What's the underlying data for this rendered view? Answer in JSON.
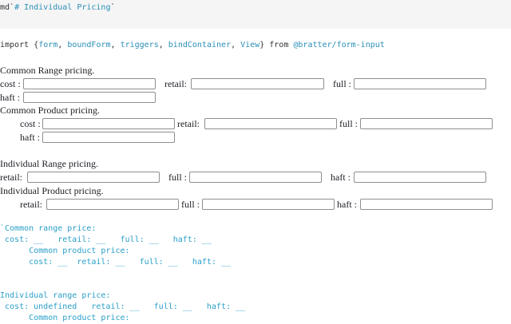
{
  "cell_markdown": {
    "prefix": "md`",
    "text": "# Individual Pricing",
    "suffix": "`"
  },
  "import_cell": {
    "kw_import": "import",
    "open": "{",
    "names": [
      "form",
      "boundForm",
      "triggers",
      "bindContainer",
      "View"
    ],
    "close": "}",
    "kw_from": "from",
    "module": "@bratter/form-input"
  },
  "sections": {
    "common_range": {
      "heading": "Common Range pricing.",
      "fields": [
        {
          "label": "cost :",
          "value": ""
        },
        {
          "label": "retail:",
          "value": ""
        },
        {
          "label": "full :",
          "value": ""
        },
        {
          "label": "haft :",
          "value": ""
        }
      ]
    },
    "common_product": {
      "heading": "Common Product pricing.",
      "fields": [
        {
          "label": "cost :",
          "value": ""
        },
        {
          "label": "retail:",
          "value": ""
        },
        {
          "label": "full :",
          "value": ""
        },
        {
          "label": "haft :",
          "value": ""
        }
      ]
    },
    "individual_range": {
      "heading": "Individual Range pricing.",
      "fields": [
        {
          "label": "retail:",
          "value": ""
        },
        {
          "label": "full :",
          "value": ""
        },
        {
          "label": "haft :",
          "value": ""
        }
      ]
    },
    "individual_product": {
      "heading": "Individual Product pricing.",
      "fields": [
        {
          "label": "retail:",
          "value": ""
        },
        {
          "label": "full :",
          "value": ""
        },
        {
          "label": "haft :",
          "value": ""
        }
      ]
    }
  },
  "output_text": {
    "lines": [
      "`Common range price:",
      " cost: __   retail: __   full: __   haft: __",
      "      Common product price:",
      "      cost: __  retail: __   full: __   haft: __",
      "",
      "",
      "Individual range price:",
      " cost: undefined   retail: __   full: __   haft: __",
      "      Common product price:"
    ]
  }
}
